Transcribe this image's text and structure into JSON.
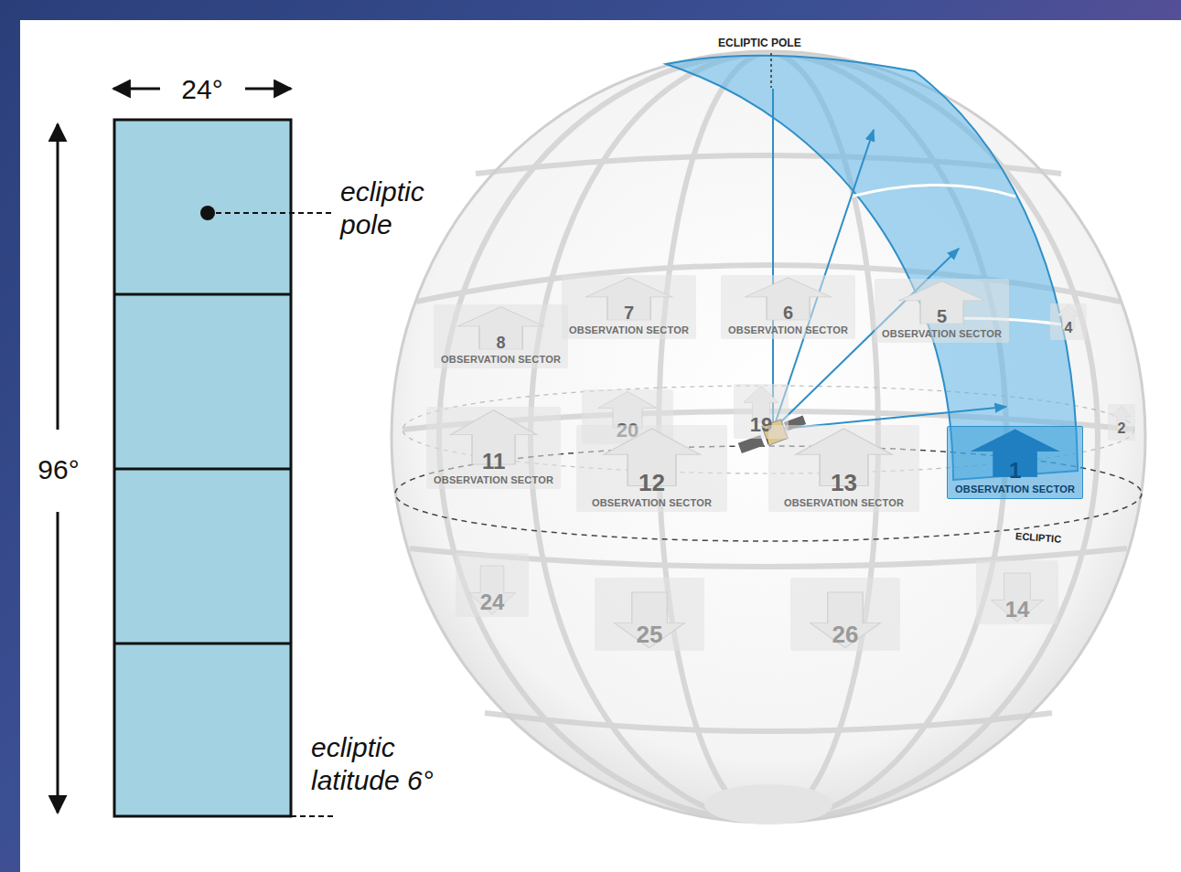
{
  "diagram": {
    "nodes": [
      {
        "text": [
          "7",
          "OBSERVATION SECTOR"
        ]
      },
      {
        "text": [
          "6",
          "OBSERVATION SECTOR"
        ]
      },
      {
        "text": [
          "5",
          "OBSERVATION SECTOR"
        ]
      },
      {
        "text": [
          "8",
          "OBSERVATION SECTOR"
        ]
      },
      {
        "text": [
          "4"
        ]
      },
      {
        "text": [
          "20"
        ]
      },
      {
        "text": [
          "19"
        ]
      },
      {
        "text": [
          "2"
        ]
      },
      {
        "text": [
          "11",
          "OBSERVATION SECTOR"
        ]
      },
      {
        "text": [
          "12",
          "OBSERVATION SECTOR"
        ]
      },
      {
        "text": [
          "13",
          "OBSERVATION SECTOR"
        ]
      },
      {
        "text": [
          "1",
          "OBSERVATION SECTOR"
        ]
      },
      {
        "text": [
          "24"
        ]
      },
      {
        "text": [
          "25"
        ]
      },
      {
        "text": [
          "26"
        ]
      },
      {
        "text": [
          "14"
        ]
      }
    ],
    "labels": [
      "24°",
      "96°",
      "ecliptic pole",
      "ecliptic latitude 6°",
      "ECLIPTIC POLE",
      "ECLIPTIC"
    ]
  }
}
